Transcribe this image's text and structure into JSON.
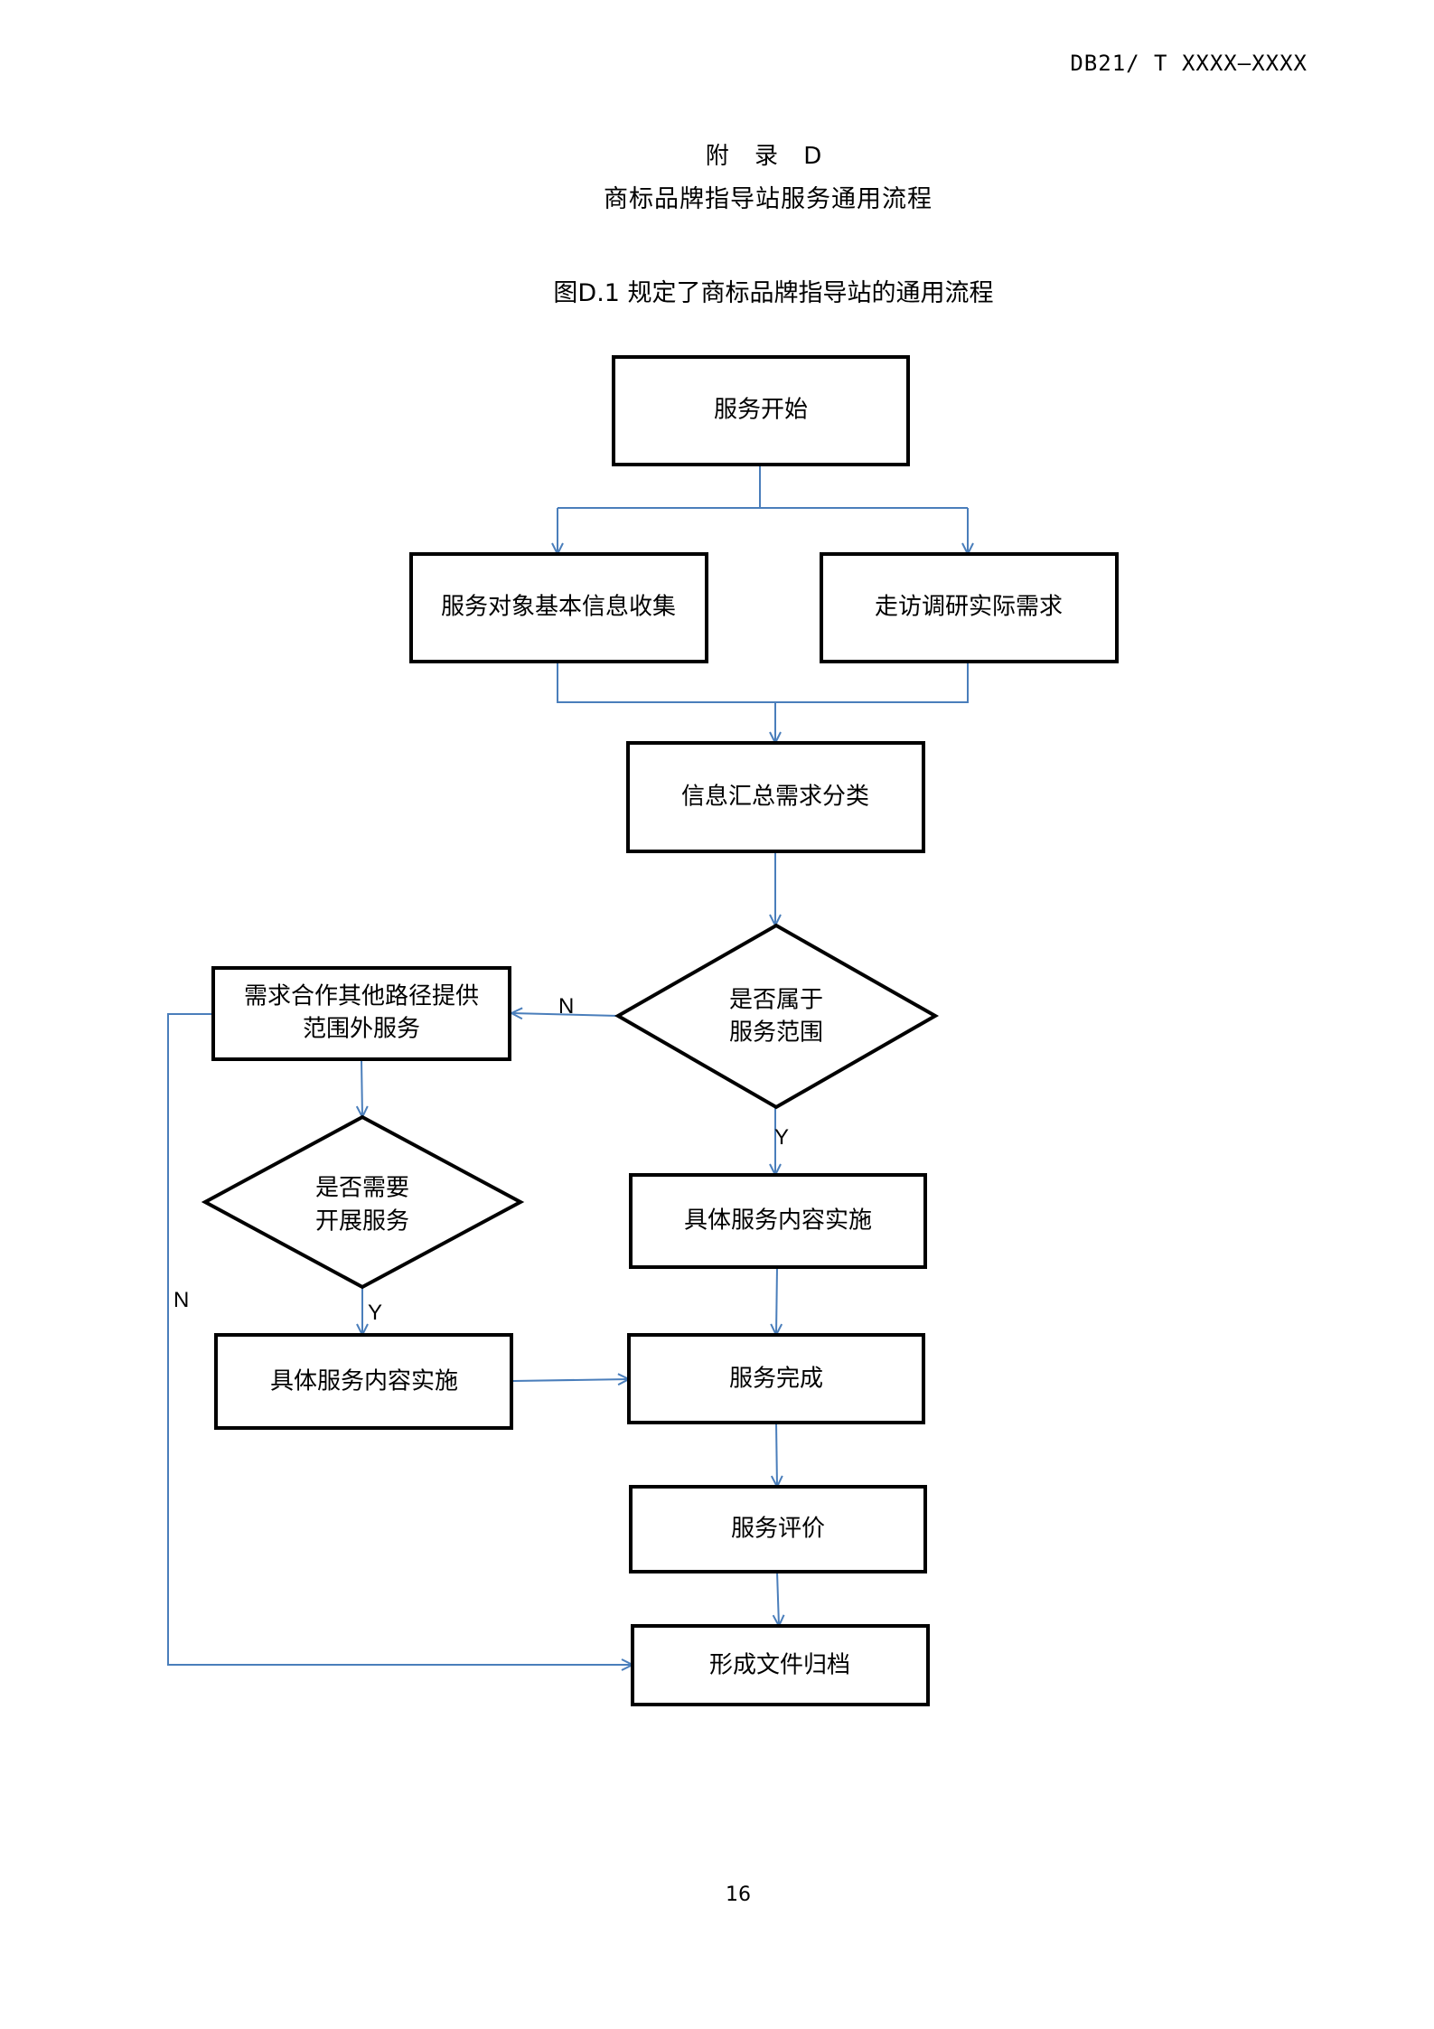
{
  "header": {
    "doc_code": "DB21/ T XXXX—XXXX"
  },
  "appendix": {
    "label": "附 录 D",
    "title": "商标品牌指导站服务通用流程"
  },
  "figure": {
    "caption": "图D.1 规定了商标品牌指导站的通用流程"
  },
  "nodes": {
    "start": "服务开始",
    "collect_info": "服务对象基本信息收集",
    "visit_needs": "走访调研实际需求",
    "summarize": "信息汇总需求分类",
    "in_scope_line1": "是否属于",
    "in_scope_line2": "服务范围",
    "outside_line1": "需求合作其他路径提供",
    "outside_line2": "范围外服务",
    "need_service_line1": "是否需要",
    "need_service_line2": "开展服务",
    "implement_right": "具体服务内容实施",
    "implement_left": "具体服务内容实施",
    "complete": "服务完成",
    "evaluate": "服务评价",
    "archive": "形成文件归档"
  },
  "labels": {
    "no_scope": "N",
    "yes_scope": "Y",
    "yes_need": "Y",
    "no_need": "N"
  },
  "colors": {
    "connector": "#4a7ebb",
    "box_border": "#000000"
  },
  "footer": {
    "page_number": "16"
  }
}
